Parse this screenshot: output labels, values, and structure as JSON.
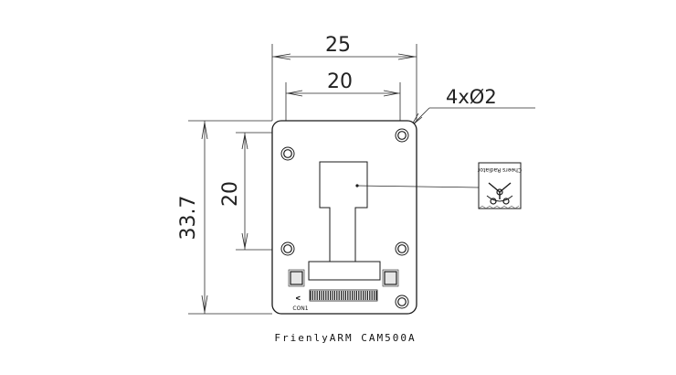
{
  "dimensions": {
    "overall_width": "25",
    "hole_spacing_width": "20",
    "overall_height": "33.7",
    "hole_spacing_height": "20",
    "hole_spec": "4xØ2"
  },
  "board": {
    "connector_label": "CON1",
    "pin_marker": "V"
  },
  "logo": {
    "text": "Cheers Radiator"
  },
  "caption": "FrienlyARM CAM500A",
  "colors": {
    "line": "#1a1a1a",
    "board_fill": "#ffffff",
    "connector_fill": "#e6e6e6"
  }
}
